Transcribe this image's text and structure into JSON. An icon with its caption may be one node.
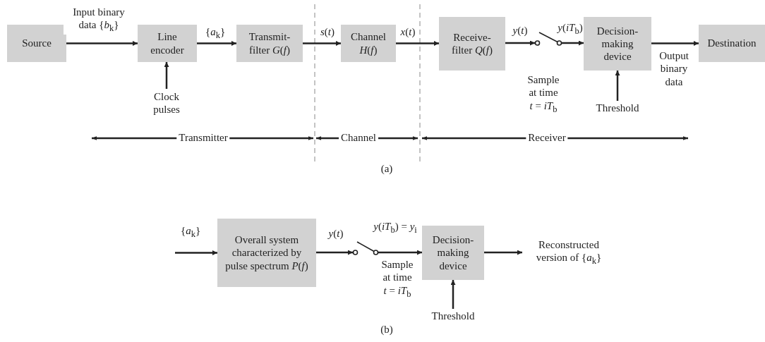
{
  "diagram": {
    "nodes": [
      {
        "text": [
          "Source"
        ]
      },
      {
        "text": [
          "Line encoder"
        ]
      },
      {
        "text": [
          "Transmit-filter *G*(*f*)"
        ]
      },
      {
        "text": [
          "Channel *H*(*f*)"
        ]
      },
      {
        "text": [
          "Receive-filter *Q*(*f*)"
        ]
      },
      {
        "text": [
          "Decision-making device"
        ]
      },
      {
        "text": [
          "Destination"
        ]
      },
      {
        "text": [
          "Clock pulses"
        ]
      },
      {
        "text": [
          "Threshold"
        ]
      },
      {
        "text": [],
        "shape": "switch"
      },
      {
        "text": [
          "Overall system characterized by pulse spectrum *P*(*f*)"
        ]
      },
      {
        "text": [],
        "shape": "switch"
      },
      {
        "text": [
          "Decision-making device"
        ]
      },
      {
        "text": [
          "Threshold"
        ]
      },
      {
        "text": [
          "Reconstructed version of {*a*$_{k}$}"
        ]
      }
    ],
    "edges": [
      {
        "from": 0,
        "to": 1,
        "arrow": "to",
        "label": "Input binary data {*b*$_{k}$}"
      },
      {
        "from": 1,
        "to": 2,
        "arrow": "to",
        "label": "{*a*$_{k}$}"
      },
      {
        "from": 2,
        "to": 3,
        "arrow": "to",
        "label": "*s*(*t*)"
      },
      {
        "from": 3,
        "to": 4,
        "arrow": "to",
        "label": "*x*(*t*)"
      },
      {
        "from": 4,
        "to": 9,
        "arrow": "to",
        "label": "*y*(*t*)"
      },
      {
        "from": 9,
        "to": 5,
        "arrow": "to",
        "label": "*y*(*iT*$_{b}$)"
      },
      {
        "from": 5,
        "to": 6,
        "arrow": "to",
        "label": "Output binary data"
      },
      {
        "from": 7,
        "to": 1,
        "arrow": "to"
      },
      {
        "from": 8,
        "to": 5,
        "arrow": "to"
      },
      {
        "from": null,
        "to": 10,
        "arrow": "to",
        "label": "{*a*$_{k}$}"
      },
      {
        "from": 10,
        "to": 11,
        "arrow": "to",
        "label": "*y*(*t*)"
      },
      {
        "from": 11,
        "to": 12,
        "arrow": "to"
      },
      {
        "from": 13,
        "to": 12,
        "arrow": "to"
      },
      {
        "from": 12,
        "to": 14,
        "arrow": "to"
      }
    ],
    "labels": [
      "Sample at time *t* = *iT*$_{b}$",
      "Transmitter",
      "Channel",
      "Receiver",
      "(a)",
      "*y*(*iT*$_{b}$) = *y*$_{i}$",
      "Sample at time *t* = *iT*$_{b}$",
      "(b)"
    ]
  }
}
